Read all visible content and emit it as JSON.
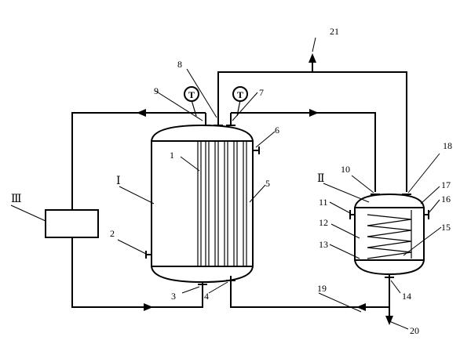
{
  "diagram": {
    "roman_labels": {
      "reactor": "Ⅰ",
      "tank": "Ⅱ",
      "unit": "Ⅲ"
    },
    "thermometer_symbol": "T",
    "numbers": {
      "n1": "1",
      "n2": "2",
      "n3": "3",
      "n4": "4",
      "n5": "5",
      "n6": "6",
      "n7": "7",
      "n8": "8",
      "n9": "9",
      "n10": "10",
      "n11": "11",
      "n12": "12",
      "n13": "13",
      "n14": "14",
      "n15": "15",
      "n16": "16",
      "n17": "17",
      "n18": "18",
      "n19": "19",
      "n20": "20",
      "n21": "21"
    }
  }
}
